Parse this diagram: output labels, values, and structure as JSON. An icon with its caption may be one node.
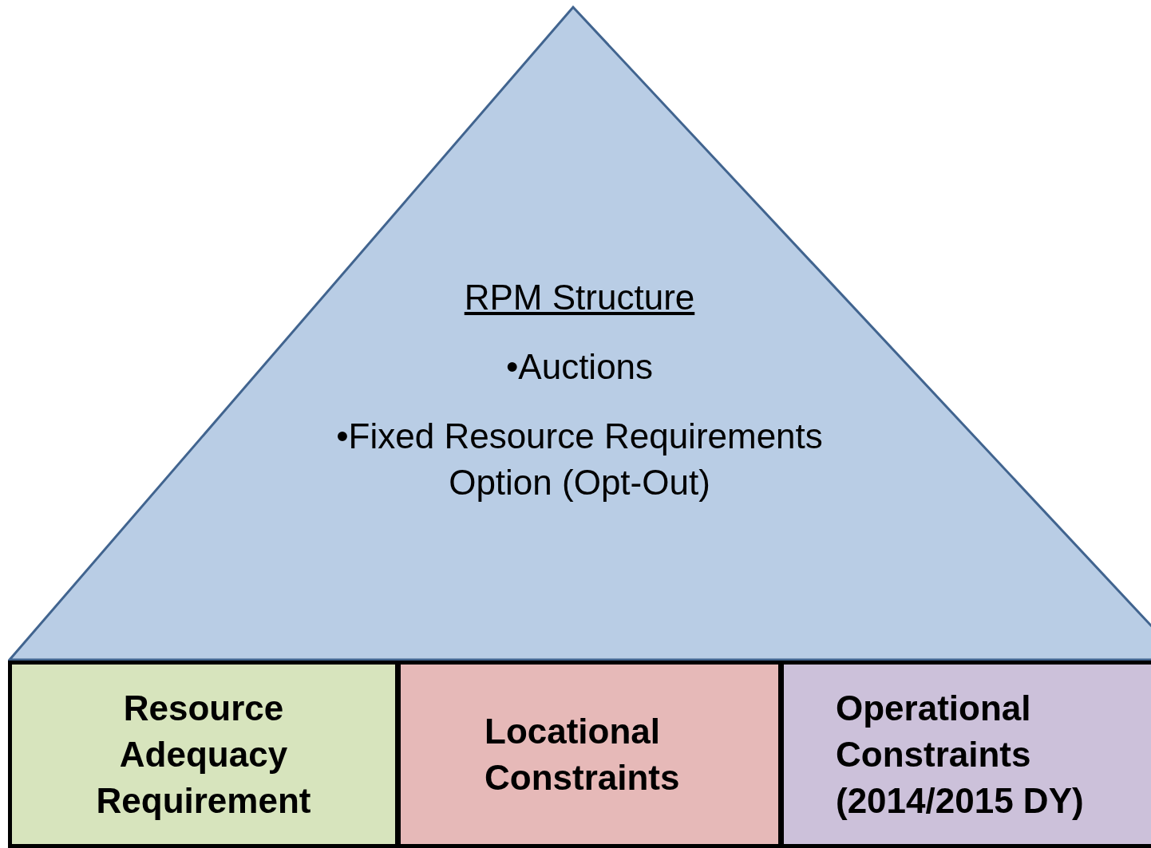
{
  "diagram": {
    "nodes": [
      {
        "text": [
          "RPM Structure",
          "•Auctions",
          "•Fixed Resource Requirements Option (Opt-Out)"
        ]
      },
      {
        "text": [
          "Resource Adequacy Requirement"
        ]
      },
      {
        "text": [
          "Locational Constraints"
        ]
      },
      {
        "text": [
          "Operational Constraints (2014/2015 DY)"
        ]
      }
    ],
    "edges": []
  }
}
